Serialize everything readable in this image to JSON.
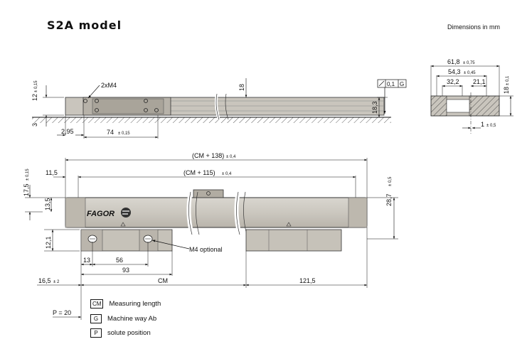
{
  "header": {
    "title": "S2A model",
    "units_note": "Dimensions in mm"
  },
  "side_view": {
    "hole_label": "2xM4",
    "dim_height_12": "12",
    "dim_height_12_tol": "± 0,15",
    "dim_3": "3",
    "dim_2_95": "2,95",
    "dim_74": "74",
    "dim_74_tol": "± 0,15",
    "dim_18": "18",
    "dim_18_3": "18,3",
    "flatness_tol": "0,1",
    "flatness_ref": "G"
  },
  "end_view": {
    "dim_61_8": "61,8",
    "dim_61_8_tol": "± 0,75",
    "dim_54_3": "54,3",
    "dim_54_3_tol": "± 0,45",
    "dim_32_2": "32,2",
    "dim_21_1": "21,1",
    "dim_18": "18",
    "dim_18_tol": "± 0,1",
    "dim_1": "1",
    "dim_1_tol": "± 0,5"
  },
  "front_view": {
    "dim_cm_138": "(CM + 138)",
    "dim_cm_138_tol": "± 0,4",
    "dim_cm_115": "(CM + 115)",
    "dim_cm_115_tol": "± 0,4",
    "dim_17_5": "17,5",
    "dim_17_5_tol": "± 0,15",
    "dim_11_5": "11,5",
    "dim_13_5": "13,5",
    "dim_28_7": "28,7",
    "dim_28_7_tol": "± 0,5",
    "dim_12_1": "12,1",
    "brand": "FAGOR",
    "m4_note": "M4 optional",
    "dim_13": "13",
    "dim_56": "56",
    "dim_93": "93",
    "dim_16_5": "16,5",
    "dim_16_5_tol": "± 2",
    "dim_cm": "CM",
    "dim_121_5": "121,5",
    "dim_p": "P = 20"
  },
  "legend": [
    {
      "code": "CM",
      "text": "Measuring length"
    },
    {
      "code": "G",
      "text": "Machine way  Ab"
    },
    {
      "code": "P",
      "text": "solute position"
    }
  ]
}
